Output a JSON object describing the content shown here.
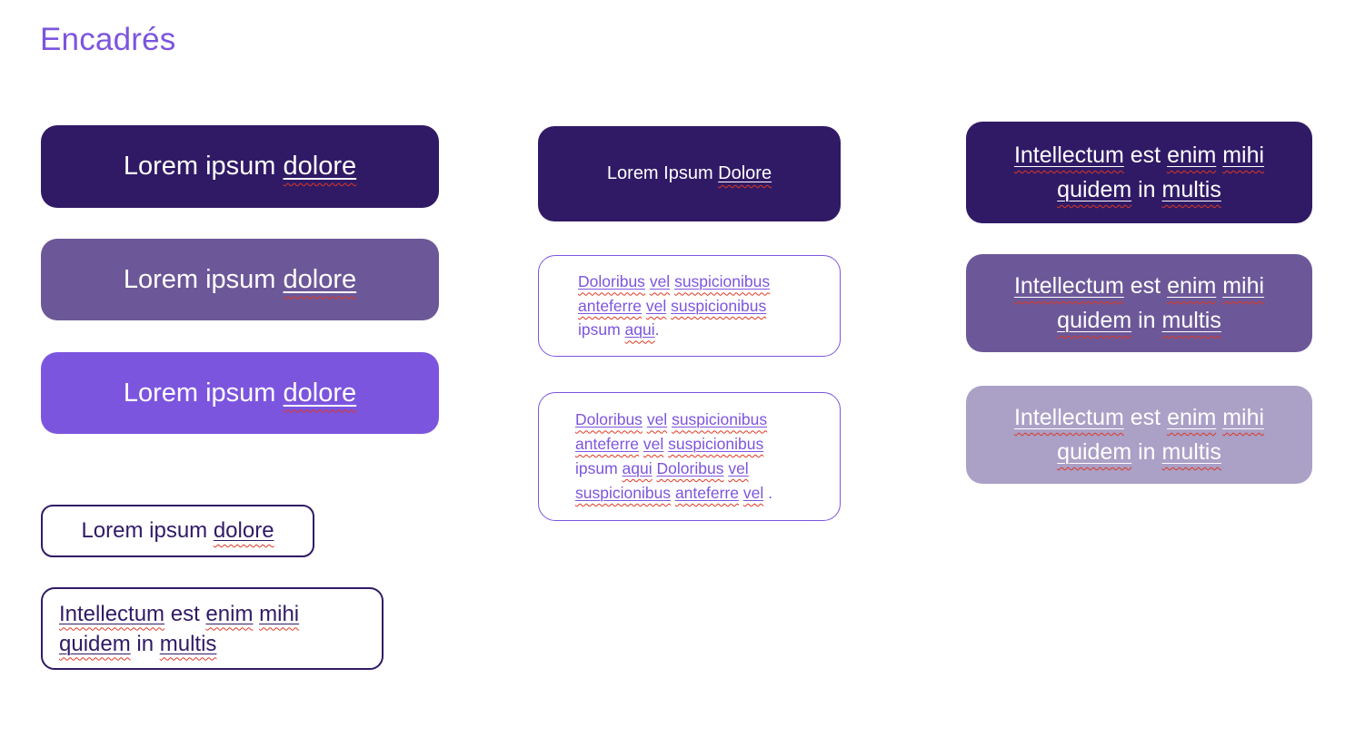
{
  "title": {
    "text": "Encadrés"
  },
  "colors": {
    "accent_bright": "#7C55DE",
    "fill_dark": "#301A66",
    "fill_medium": "#6C5898",
    "fill_light": "#ABA0C6",
    "squiggle_red": "#DE3721",
    "page_bg": "#FFFFFF"
  },
  "boxes": {
    "left_large_dark": {
      "variant": "filled-dark",
      "segments": [
        {
          "t": "Lorem ipsum "
        },
        {
          "t": "dolore",
          "u": true
        }
      ]
    },
    "left_large_medium": {
      "variant": "filled-medium",
      "segments": [
        {
          "t": "Lorem ipsum "
        },
        {
          "t": "dolore",
          "u": true
        }
      ]
    },
    "left_large_bright": {
      "variant": "filled-bright",
      "segments": [
        {
          "t": "Lorem ipsum "
        },
        {
          "t": "dolore",
          "u": true
        }
      ]
    },
    "left_outline_small": {
      "variant": "outlined-dark",
      "segments": [
        {
          "t": "Lorem ipsum "
        },
        {
          "t": "dolore",
          "u": true
        }
      ]
    },
    "left_outline_multiline": {
      "variant": "outlined-dark",
      "segments": [
        {
          "t": "Intellectum",
          "u": true
        },
        {
          "t": " est "
        },
        {
          "t": "enim",
          "u": true
        },
        {
          "t": " "
        },
        {
          "t": "mihi",
          "u": true
        },
        {
          "br": true
        },
        {
          "t": "quidem",
          "u": true
        },
        {
          "t": " in "
        },
        {
          "t": "multis",
          "u": true
        }
      ]
    },
    "mid_dark": {
      "variant": "filled-dark",
      "segments": [
        {
          "t": "Lorem Ipsum "
        },
        {
          "t": "Dolore",
          "u": true
        }
      ]
    },
    "mid_outline_short": {
      "variant": "outlined-bright",
      "segments": [
        {
          "t": "Doloribus",
          "u": true
        },
        {
          "t": " "
        },
        {
          "t": "vel",
          "u": true
        },
        {
          "t": " "
        },
        {
          "t": "suspicionibus",
          "u": true
        },
        {
          "br": true
        },
        {
          "t": "anteferre",
          "u": true
        },
        {
          "t": " "
        },
        {
          "t": "vel",
          "u": true
        },
        {
          "t": " "
        },
        {
          "t": "suspicionibus",
          "u": true
        },
        {
          "br": true
        },
        {
          "t": "ipsum "
        },
        {
          "t": "aqui",
          "u": true
        },
        {
          "t": "."
        }
      ]
    },
    "mid_outline_long": {
      "variant": "outlined-bright",
      "segments": [
        {
          "t": "Doloribus",
          "u": true
        },
        {
          "t": " "
        },
        {
          "t": "vel",
          "u": true
        },
        {
          "t": " "
        },
        {
          "t": "suspicionibus",
          "u": true
        },
        {
          "br": true
        },
        {
          "t": "anteferre",
          "u": true
        },
        {
          "t": " "
        },
        {
          "t": "vel",
          "u": true
        },
        {
          "t": " "
        },
        {
          "t": "suspicionibus",
          "u": true
        },
        {
          "br": true
        },
        {
          "t": "ipsum "
        },
        {
          "t": "aqui",
          "u": true
        },
        {
          "t": " "
        },
        {
          "t": "Doloribus",
          "u": true
        },
        {
          "t": " "
        },
        {
          "t": "vel",
          "u": true
        },
        {
          "br": true
        },
        {
          "t": "suspicionibus",
          "u": true
        },
        {
          "t": " "
        },
        {
          "t": "anteferre",
          "u": true
        },
        {
          "t": " "
        },
        {
          "t": "vel",
          "u": true
        },
        {
          "t": " ."
        }
      ]
    },
    "right_dark": {
      "variant": "filled-dark",
      "segments": [
        {
          "t": "Intellectum",
          "u": true
        },
        {
          "t": " est "
        },
        {
          "t": "enim",
          "u": true
        },
        {
          "t": " "
        },
        {
          "t": "mihi",
          "u": true
        },
        {
          "br": true
        },
        {
          "t": "quidem",
          "u": true
        },
        {
          "t": " in "
        },
        {
          "t": "multis",
          "u": true
        }
      ]
    },
    "right_medium": {
      "variant": "filled-medium",
      "segments": [
        {
          "t": "Intellectum",
          "u": true
        },
        {
          "t": " est "
        },
        {
          "t": "enim",
          "u": true
        },
        {
          "t": " "
        },
        {
          "t": "mihi",
          "u": true
        },
        {
          "br": true
        },
        {
          "t": "quidem",
          "u": true
        },
        {
          "t": " in "
        },
        {
          "t": "multis",
          "u": true
        }
      ]
    },
    "right_light": {
      "variant": "filled-light",
      "segments": [
        {
          "t": "Intellectum",
          "u": true
        },
        {
          "t": " est "
        },
        {
          "t": "enim",
          "u": true
        },
        {
          "t": " "
        },
        {
          "t": "mihi",
          "u": true
        },
        {
          "br": true
        },
        {
          "t": "quidem",
          "u": true
        },
        {
          "t": " in "
        },
        {
          "t": "multis",
          "u": true
        }
      ]
    }
  }
}
